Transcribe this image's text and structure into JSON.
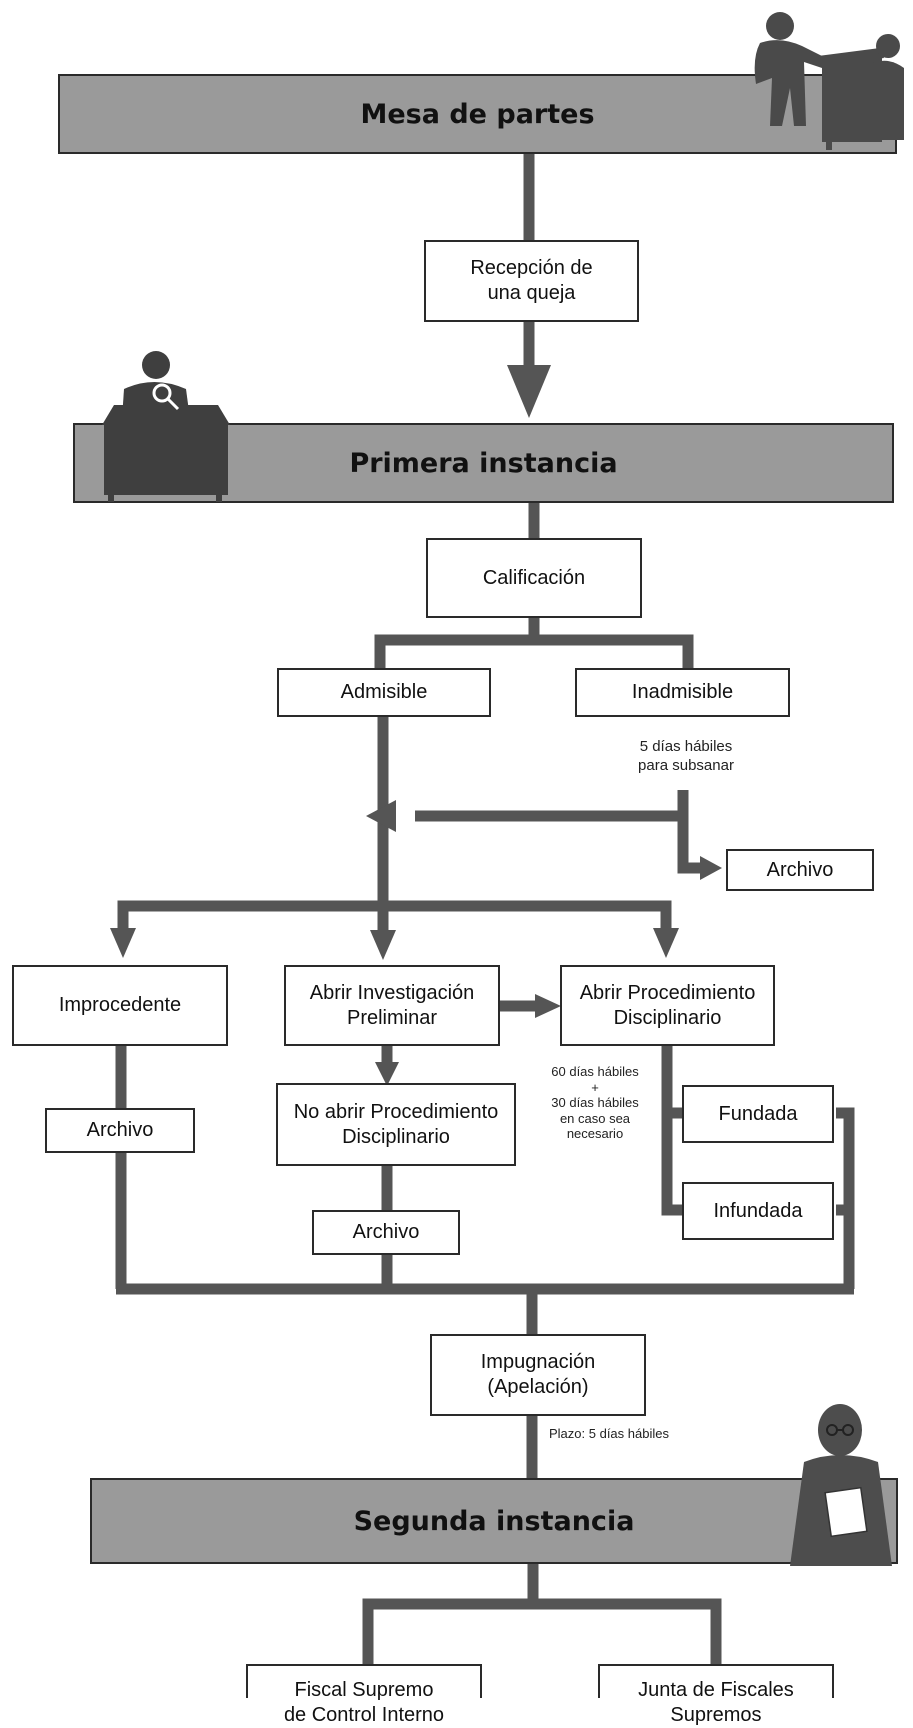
{
  "bands": {
    "mesa": "Mesa de partes",
    "primera": "Primera instancia",
    "segunda": "Segunda instancia"
  },
  "boxes": {
    "recepcion": "Recepción de\nuna queja",
    "calificacion": "Calificación",
    "admisible": "Admisible",
    "inadmisible": "Inadmisible",
    "archivo_inadmisible": "Archivo",
    "improcedente": "Improcedente",
    "abrir_investigacion": "Abrir Investigación\nPreliminar",
    "abrir_procedimiento": "Abrir Procedimiento\nDisciplinario",
    "archivo_improcedente": "Archivo",
    "no_abrir": "No abrir Procedimiento\nDisciplinario",
    "archivo_no_abrir": "Archivo",
    "fundada": "Fundada",
    "infundada": "Infundada",
    "impugnacion": "Impugnación\n(Apelación)",
    "fiscal_supremo": "Fiscal Supremo\nde Control Interno",
    "junta_fiscales": "Junta de Fiscales\nSupremos"
  },
  "notes": {
    "subsanar": "5 días hábiles\npara subsanar",
    "plazo_procedimiento": "60 días hábiles\n+\n30 días hábiles\nen caso sea\nnecesario",
    "plazo_apelacion": "Plazo: 5 días hábiles"
  },
  "icons": {
    "top": "reception-desk-icon",
    "middle": "investigator-desk-icon",
    "bottom": "official-reading-document-icon"
  },
  "colors": {
    "band_fill": "#9a9a9a",
    "connector": "#555555",
    "box_border": "#2a2a2a"
  }
}
